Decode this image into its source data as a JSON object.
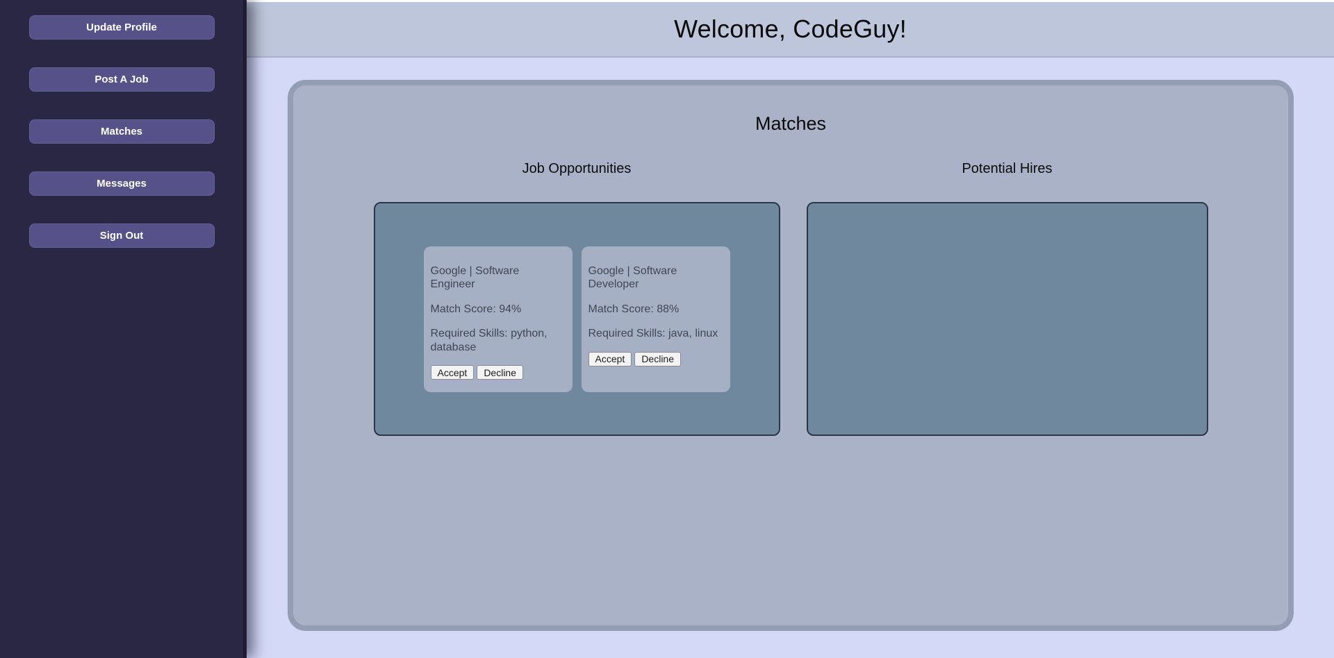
{
  "sidebar": {
    "buttons": [
      {
        "label": "Update Profile"
      },
      {
        "label": "Post A Job"
      },
      {
        "label": "Matches"
      },
      {
        "label": "Messages"
      },
      {
        "label": "Sign Out"
      }
    ]
  },
  "header": {
    "title": "Welcome, CodeGuy!"
  },
  "matches": {
    "title": "Matches",
    "columns": [
      {
        "label": "Job Opportunities"
      },
      {
        "label": "Potential Hires"
      }
    ],
    "job_cards": [
      {
        "title": "Google | Software Engineer",
        "match_score": "Match Score: 94%",
        "required_skills": "Required Skills: python, database",
        "accept_label": "Accept",
        "decline_label": "Decline"
      },
      {
        "title": "Google | Software Developer",
        "match_score": "Match Score: 88%",
        "required_skills": "Required Skills: java, linux",
        "accept_label": "Accept",
        "decline_label": "Decline"
      }
    ]
  },
  "colors": {
    "page_bg": "#d3d9f7",
    "sidebar_bg": "#2a2745",
    "sidebar_button_bg": "#565189",
    "header_bg": "#bdc6da",
    "container_bg": "#a9b2c7",
    "container_border": "#939eb4",
    "panel_bg": "#70889e",
    "card_bg": "#a6b0c5",
    "card_text": "#3f4655"
  }
}
